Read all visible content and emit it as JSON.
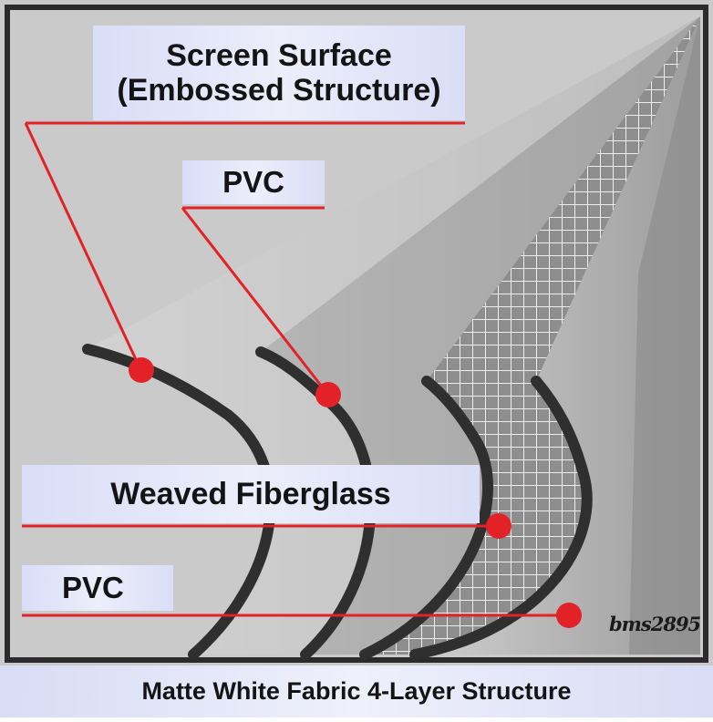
{
  "labels": {
    "screen_surface_line1": "Screen Surface",
    "screen_surface_line2": "(Embossed Structure)",
    "pvc_top": "PVC",
    "weaved_fiberglass": "Weaved Fiberglass",
    "pvc_bottom": "PVC"
  },
  "signature": "bms2895",
  "caption": "Matte White Fabric 4-Layer Structure",
  "colors": {
    "callout_red": "#e32228",
    "frame": "#2b2b2b",
    "background_gray": "#cacaca",
    "label_box": "#e3e6f9",
    "layer_edge": "#2f2f2f"
  }
}
